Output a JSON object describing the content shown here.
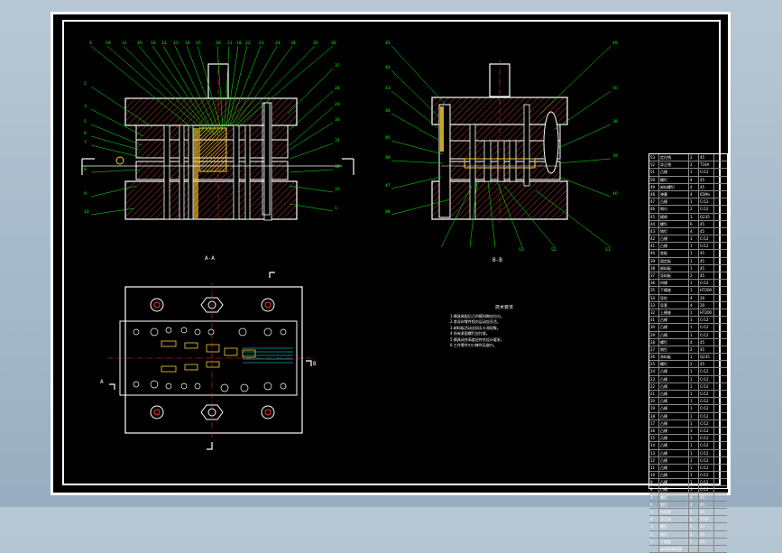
{
  "drawing": {
    "section_a_label": "A-A",
    "section_b_label": "B-B",
    "view_a_marker": "A",
    "view_b_marker": "B"
  },
  "notes": {
    "title": "技术要求",
    "lines": [
      "1.模具装配后凸凹模间隙应均匀。",
      "2.各导向零件相对运动应灵活。",
      "3.卸料板活动自如无卡滞现象。",
      "4.所有紧固螺钉应拧紧。",
      "5.模具闭合高度应符合设计要求。",
      "6.工作零件刃口锋利无崩刃。"
    ]
  },
  "callouts_left": [
    "4",
    "19",
    "11",
    "15",
    "16",
    "12",
    "13",
    "14",
    "25",
    "26",
    "21",
    "18",
    "22",
    "23",
    "24",
    "34",
    "35",
    "36",
    "37",
    "28",
    "29",
    "30",
    "31",
    "32",
    "33",
    "1",
    "2",
    "3",
    "5",
    "6",
    "7",
    "8",
    "9",
    "10"
  ],
  "callouts_right": [
    "41",
    "42",
    "43",
    "44",
    "45",
    "46",
    "47",
    "48",
    "49",
    "50",
    "38",
    "39",
    "40",
    "51",
    "52",
    "53"
  ],
  "bom_rows": [
    [
      "53",
      "定位销",
      "2",
      "45",
      ""
    ],
    [
      "52",
      "导正销",
      "2",
      "T10A",
      ""
    ],
    [
      "51",
      "凸模",
      "1",
      "Cr12",
      ""
    ],
    [
      "50",
      "螺钉",
      "4",
      "45",
      ""
    ],
    [
      "49",
      "卸料螺钉",
      "4",
      "45",
      ""
    ],
    [
      "48",
      "弹簧",
      "4",
      "65Mn",
      ""
    ],
    [
      "47",
      "凸模",
      "1",
      "Cr12",
      ""
    ],
    [
      "46",
      "侧刃",
      "2",
      "Cr12",
      ""
    ],
    [
      "45",
      "模柄",
      "1",
      "Q235",
      ""
    ],
    [
      "44",
      "螺钉",
      "6",
      "45",
      ""
    ],
    [
      "43",
      "销钉",
      "4",
      "45",
      ""
    ],
    [
      "42",
      "凸模",
      "1",
      "Cr12",
      ""
    ],
    [
      "41",
      "凸模",
      "1",
      "Cr12",
      ""
    ],
    [
      "40",
      "垫板",
      "1",
      "45",
      ""
    ],
    [
      "39",
      "固定板",
      "1",
      "45",
      ""
    ],
    [
      "38",
      "卸料板",
      "1",
      "45",
      ""
    ],
    [
      "37",
      "导料板",
      "2",
      "45",
      ""
    ],
    [
      "36",
      "凹模",
      "1",
      "Cr12",
      ""
    ],
    [
      "35",
      "下模座",
      "1",
      "HT200",
      ""
    ],
    [
      "34",
      "导柱",
      "4",
      "20",
      ""
    ],
    [
      "33",
      "导套",
      "4",
      "20",
      ""
    ],
    [
      "32",
      "上模座",
      "1",
      "HT200",
      ""
    ],
    [
      "31",
      "凸模",
      "1",
      "Cr12",
      ""
    ],
    [
      "30",
      "凸模",
      "1",
      "Cr12",
      ""
    ],
    [
      "29",
      "凸模",
      "1",
      "Cr12",
      ""
    ],
    [
      "28",
      "螺钉",
      "4",
      "45",
      ""
    ],
    [
      "27",
      "销钉",
      "2",
      "45",
      ""
    ],
    [
      "26",
      "承料板",
      "1",
      "Q235",
      ""
    ],
    [
      "25",
      "螺钉",
      "2",
      "45",
      ""
    ],
    [
      "24",
      "凸模",
      "1",
      "Cr12",
      ""
    ],
    [
      "23",
      "凸模",
      "1",
      "Cr12",
      ""
    ],
    [
      "22",
      "凸模",
      "1",
      "Cr12",
      ""
    ],
    [
      "21",
      "凸模",
      "1",
      "Cr12",
      ""
    ],
    [
      "20",
      "凸模",
      "1",
      "Cr12",
      ""
    ],
    [
      "19",
      "凸模",
      "1",
      "Cr12",
      ""
    ],
    [
      "18",
      "凸模",
      "1",
      "Cr12",
      ""
    ],
    [
      "17",
      "凸模",
      "1",
      "Cr12",
      ""
    ],
    [
      "16",
      "凸模",
      "1",
      "Cr12",
      ""
    ],
    [
      "15",
      "凸模",
      "1",
      "Cr12",
      ""
    ],
    [
      "14",
      "凸模",
      "1",
      "Cr12",
      ""
    ],
    [
      "13",
      "凸模",
      "1",
      "Cr12",
      ""
    ],
    [
      "12",
      "凸模",
      "1",
      "Cr12",
      ""
    ],
    [
      "11",
      "凸模",
      "1",
      "Cr12",
      ""
    ],
    [
      "10",
      "凸模",
      "1",
      "Cr12",
      ""
    ],
    [
      "9",
      "凸模",
      "1",
      "Cr12",
      ""
    ],
    [
      "8",
      "凸模",
      "1",
      "Cr12",
      ""
    ],
    [
      "7",
      "螺钉",
      "4",
      "45",
      ""
    ],
    [
      "6",
      "销钉",
      "4",
      "45",
      ""
    ],
    [
      "5",
      "挡料销",
      "1",
      "45",
      ""
    ],
    [
      "4",
      "导正销",
      "2",
      "T10A",
      ""
    ],
    [
      "3",
      "螺钉",
      "4",
      "45",
      ""
    ],
    [
      "2",
      "销钉",
      "2",
      "45",
      ""
    ],
    [
      "1",
      "下垫板",
      "1",
      "45",
      ""
    ],
    [
      "",
      "级进模装配图",
      "",
      "",
      ""
    ]
  ],
  "colors": {
    "line": "#ffffff",
    "hatch": "#c0392b",
    "leader": "#00ff00",
    "highlight": "#ffcc33",
    "center": "#ff3333",
    "cyan": "#00ffff"
  }
}
